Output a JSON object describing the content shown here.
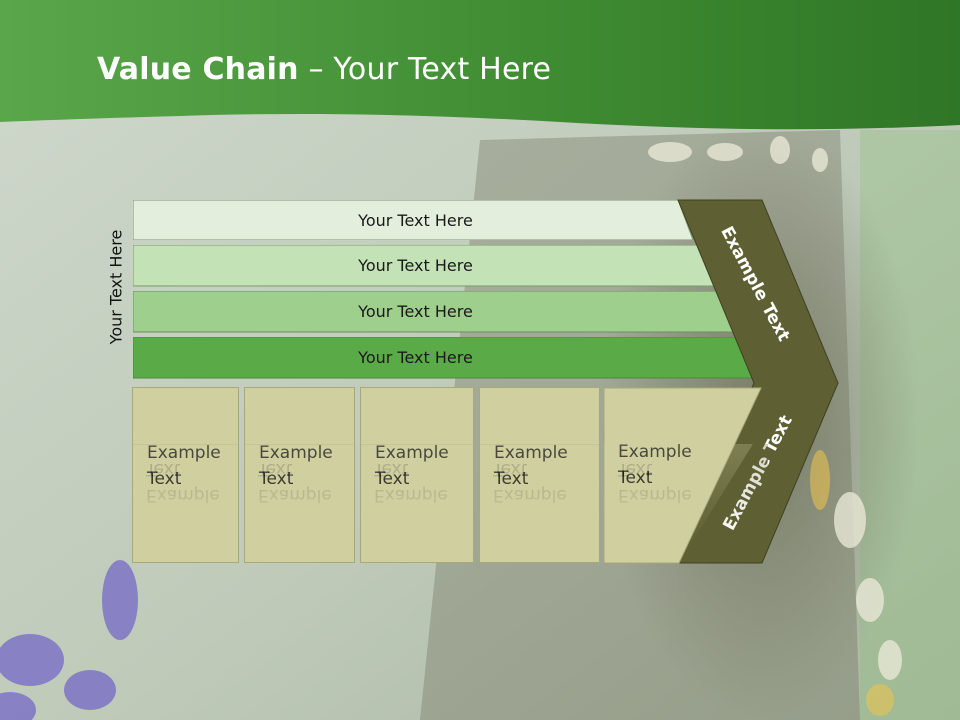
{
  "title": {
    "bold": "Value Chain",
    "rest": " – Your Text Here"
  },
  "side_label": "Your Text Here",
  "bars": [
    {
      "label": "Your Text Here",
      "color": "#e3efdc"
    },
    {
      "label": "Your Text Here",
      "color": "#c3e3b6"
    },
    {
      "label": "Your Text Here",
      "color": "#9ecf8c"
    },
    {
      "label": "Your Text Here",
      "color": "#5aab47"
    }
  ],
  "boxes": [
    {
      "text": "Example\nText"
    },
    {
      "text": "Example\nText"
    },
    {
      "text": "Example\nText"
    },
    {
      "text": "Example\nText"
    },
    {
      "text": "Example\nText"
    }
  ],
  "arrow": {
    "top_text": "Example Text",
    "bottom_text": "Example Text",
    "color": "#5e6033"
  },
  "colors": {
    "header": "#3f8a32",
    "background": "#c9d3c4",
    "box_fill": "#cfcfa0"
  }
}
